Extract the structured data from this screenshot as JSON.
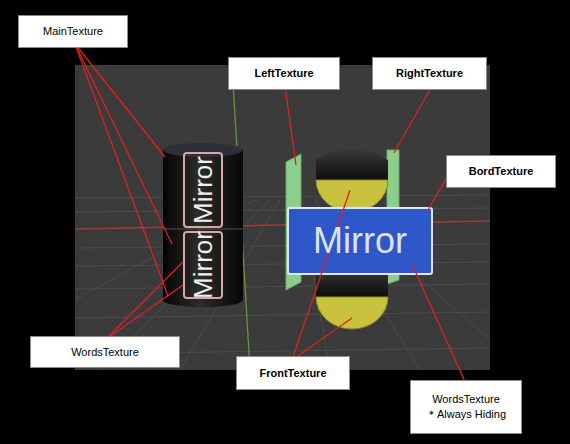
{
  "diagram": {
    "nodes": [
      {
        "text": [
          "MainTexture"
        ]
      },
      {
        "text": [
          "LeftTexture"
        ]
      },
      {
        "text": [
          "RightTexture"
        ]
      },
      {
        "text": [
          "BordTexture"
        ]
      },
      {
        "text": [
          "WordsTexture"
        ]
      },
      {
        "text": [
          "FrontTexture"
        ]
      },
      {
        "text": [
          "WordsTexture",
          "＊Always Hiding"
        ]
      }
    ],
    "labels": [
      "Mirror",
      "Mirror",
      "Mirror"
    ]
  }
}
